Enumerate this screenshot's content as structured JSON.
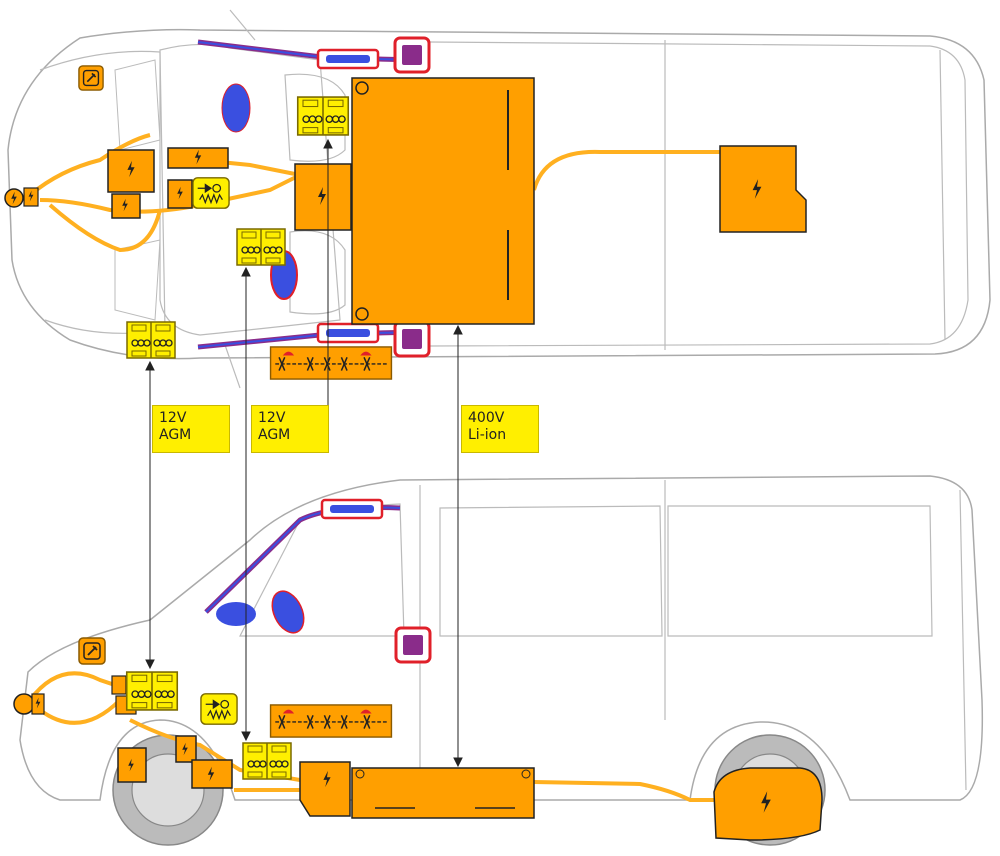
{
  "labels": {
    "agm_front": {
      "voltage": "12V",
      "type": "AGM"
    },
    "agm_second": {
      "voltage": "12V",
      "type": "AGM"
    },
    "hv_battery": {
      "voltage": "400V",
      "type": "Li-ion"
    }
  },
  "icons": {
    "hv": "lightning-bolt",
    "cut": "scissors-cut-point"
  },
  "colors": {
    "hv_component": "#ff9f00",
    "lv_battery": "#ffef00",
    "airbag": "#3a4fe0",
    "airbag_control": "#8a2c8a",
    "hazard_outline": "#e0202a",
    "vehicle_line": "#aaaaaa"
  }
}
